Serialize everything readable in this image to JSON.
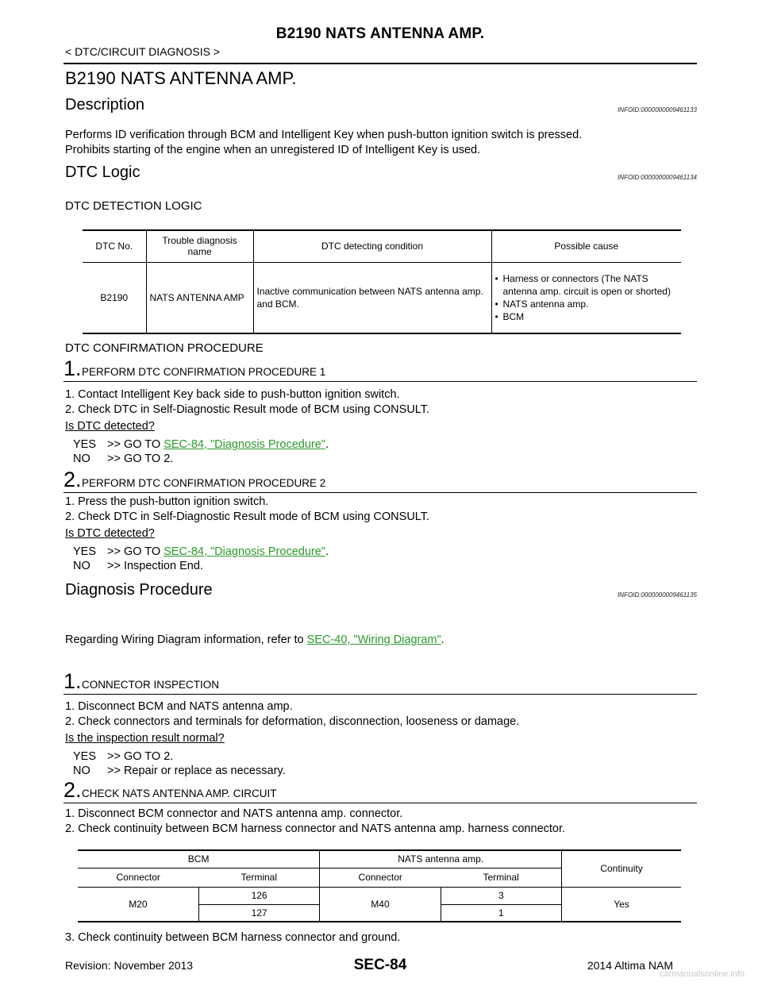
{
  "header": {
    "title": "B2190 NATS ANTENNA AMP.",
    "breadcrumb": "< DTC/CIRCUIT DIAGNOSIS >"
  },
  "main_title": "B2190 NATS ANTENNA AMP.",
  "description": {
    "heading": "Description",
    "infoid": "INFOID:0000000009461133",
    "text_1": "Performs ID verification through BCM and Intelligent Key when push-button ignition switch is pressed.",
    "text_2": "Prohibits starting of the engine when an unregistered ID of Intelligent Key is used."
  },
  "dtc_logic": {
    "heading": "DTC Logic",
    "infoid": "INFOID:0000000009461134",
    "detection_heading": "DTC DETECTION LOGIC",
    "table": {
      "headers": [
        "DTC No.",
        "Trouble diagnosis name",
        "DTC detecting condition",
        "Possible cause"
      ],
      "row": {
        "dtc_no": "B2190",
        "name": "NATS ANTENNA AMP",
        "condition": "Inactive communication between NATS antenna amp. and BCM.",
        "causes": [
          "Harness or connectors (The NATS antenna amp. circuit is open or shorted)",
          "NATS antenna amp.",
          "BCM"
        ]
      }
    },
    "confirmation_heading": "DTC CONFIRMATION PROCEDURE",
    "step1": {
      "num": "1.",
      "title": "PERFORM DTC CONFIRMATION PROCEDURE 1",
      "line1": "1. Contact Intelligent Key back side to push-button ignition switch.",
      "line2": "2. Check DTC in Self-Diagnostic Result mode of BCM using CONSULT.",
      "question": "Is DTC detected?",
      "yes_key": "YES",
      "yes_text": ">> GO TO ",
      "yes_link": "SEC-84, \"Diagnosis Procedure\"",
      "no_key": "NO",
      "no_text": ">> GO TO 2."
    },
    "step2": {
      "num": "2.",
      "title": "PERFORM DTC CONFIRMATION PROCEDURE 2",
      "line1": "1. Press the push-button ignition switch.",
      "line2": "2. Check DTC in Self-Diagnostic Result mode of BCM using CONSULT.",
      "question": "Is DTC detected?",
      "yes_key": "YES",
      "yes_text": ">> GO TO ",
      "yes_link": "SEC-84, \"Diagnosis Procedure\"",
      "no_key": "NO",
      "no_text": ">> Inspection End."
    }
  },
  "diagnosis": {
    "heading": "Diagnosis Procedure",
    "infoid": "INFOID:0000000009461135",
    "wiring_text": "Regarding Wiring Diagram information, refer to ",
    "wiring_link": "SEC-40, \"Wiring Diagram\"",
    "step1": {
      "num": "1.",
      "title": "CONNECTOR INSPECTION",
      "line1": "1. Disconnect BCM and NATS antenna amp.",
      "line2": "2. Check connectors and terminals for deformation, disconnection, looseness or damage.",
      "question": "Is the inspection result normal?",
      "yes_key": "YES",
      "yes_text": ">> GO TO 2.",
      "no_key": "NO",
      "no_text": ">> Repair or replace as necessary."
    },
    "step2": {
      "num": "2.",
      "title": "CHECK NATS ANTENNA AMP. CIRCUIT",
      "line1": "1. Disconnect BCM connector and NATS antenna amp. connector.",
      "line2": "2. Check continuity between BCM harness connector and NATS antenna amp. harness connector.",
      "line3": "3. Check continuity between BCM harness connector and ground."
    },
    "table": {
      "group1": "BCM",
      "group2": "NATS antenna amp.",
      "continuity": "Continuity",
      "sub_headers": [
        "Connector",
        "Terminal",
        "Connector",
        "Terminal"
      ],
      "bcm_connector": "M20",
      "nats_connector": "M40",
      "rows": [
        {
          "bcm_terminal": "126",
          "nats_terminal": "3"
        },
        {
          "bcm_terminal": "127",
          "nats_terminal": "1"
        }
      ],
      "result": "Yes"
    }
  },
  "footer": {
    "revision": "Revision: November 2013",
    "page": "SEC-84",
    "model": "2014 Altima NAM",
    "watermark": "carmanualsonline.info"
  }
}
